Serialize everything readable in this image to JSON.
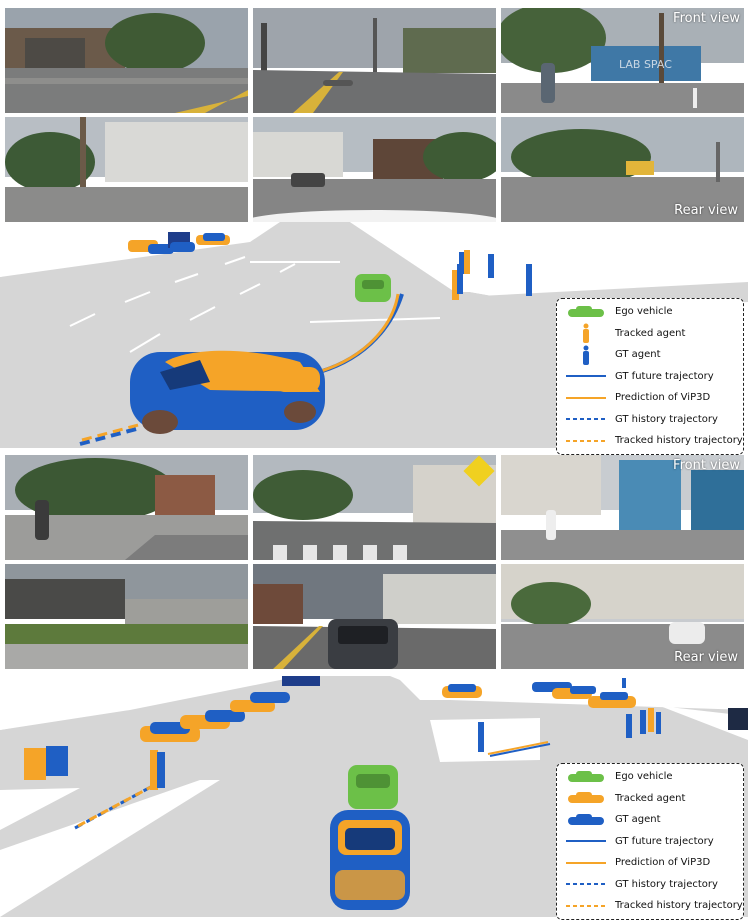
{
  "panels": [
    {
      "front_view_label": "Front view",
      "rear_view_label": "Rear view",
      "sign_text": "LAB SPAC"
    },
    {
      "front_view_label": "Front view",
      "rear_view_label": "Rear view"
    }
  ],
  "legend": {
    "items": [
      {
        "label": "Ego vehicle",
        "icon": "green-car-icon"
      },
      {
        "label": "Tracked agent",
        "icon": "orange-agent-icon"
      },
      {
        "label": "GT agent",
        "icon": "blue-agent-icon"
      },
      {
        "label": "GT future trajectory",
        "icon": "solid-blue-line"
      },
      {
        "label": "Prediction of ViP3D",
        "icon": "solid-orange-line"
      },
      {
        "label": "GT history trajectory",
        "icon": "dashed-blue-line"
      },
      {
        "label": "Tracked history trajectory",
        "icon": "dashed-orange-line"
      }
    ]
  },
  "colors": {
    "gt": "#1f5fc4",
    "tracked": "#f5a428",
    "ego": "#6cc048",
    "road": "#d6d6d6"
  }
}
